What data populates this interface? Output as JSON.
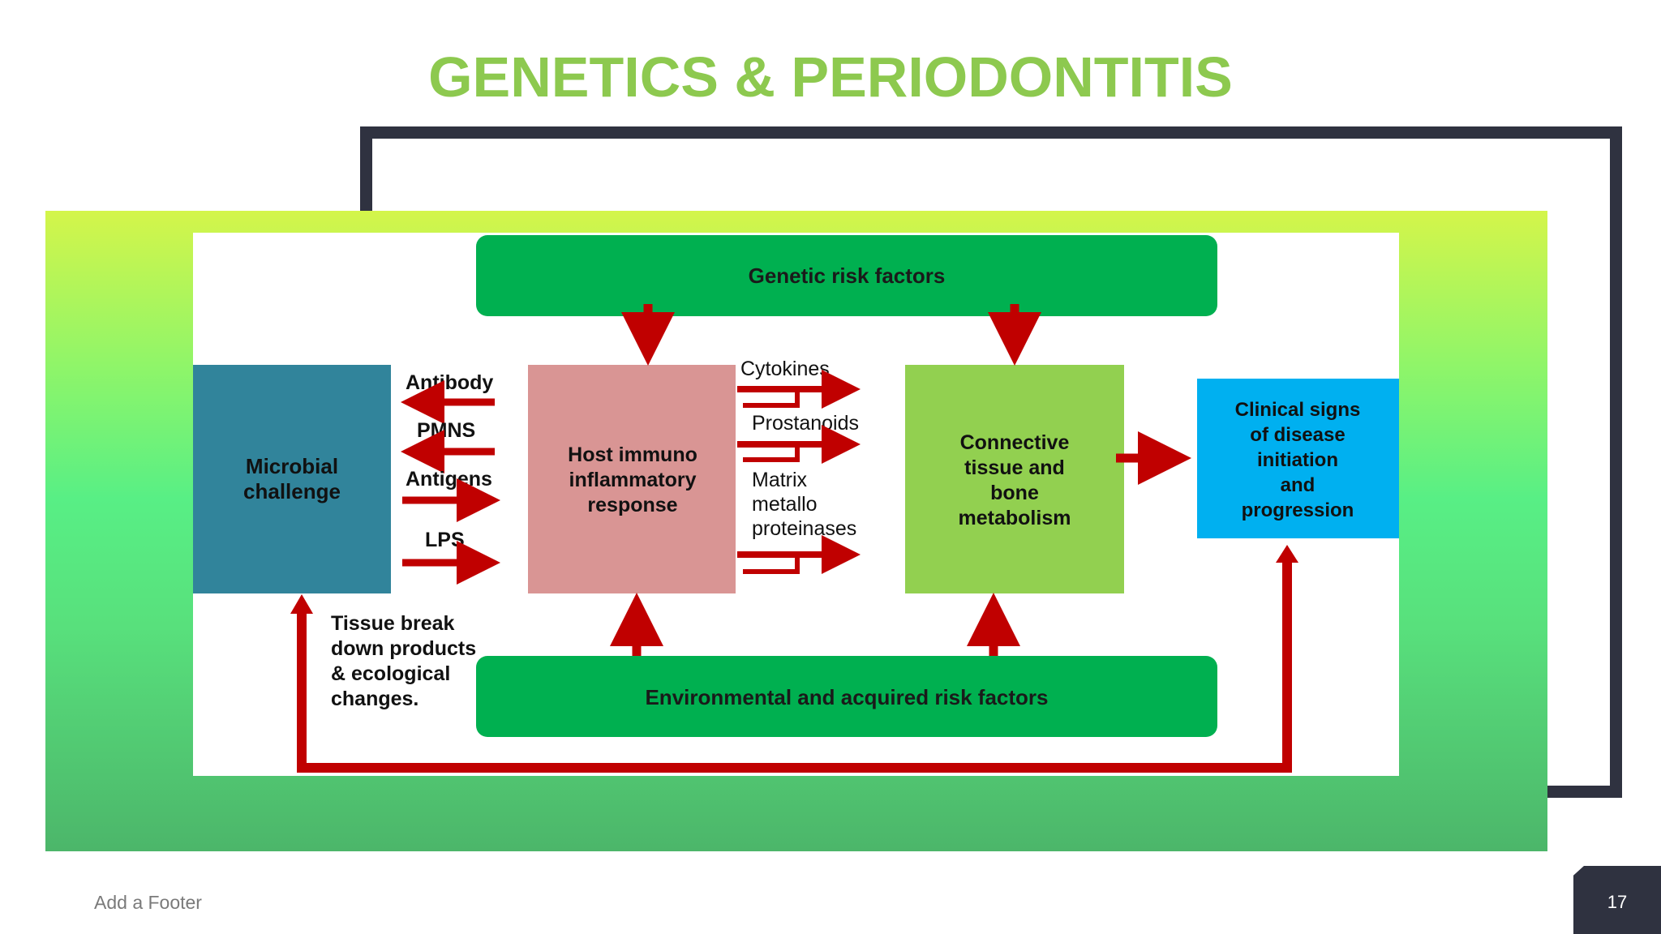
{
  "slide": {
    "title": "GENETICS & PERIODONTITIS",
    "footer": "Add a Footer",
    "page_number": "17"
  },
  "diagram": {
    "genetic_risk": "Genetic risk factors",
    "environmental_risk": "Environmental and acquired risk factors",
    "microbial": [
      "Microbial",
      "challenge"
    ],
    "host": [
      "Host immuno",
      "inflammatory",
      "response"
    ],
    "connective": [
      "Connective",
      "tissue and",
      "bone",
      "metabolism"
    ],
    "clinical": [
      "Clinical signs",
      "of disease",
      "initiation",
      "and",
      "progression"
    ],
    "left_labels": [
      "Antibody",
      "PMNS",
      "Antigens",
      "LPS"
    ],
    "mid_labels": {
      "cytokines": "Cytokines",
      "prostanoids": "Prostanoids",
      "matrix": [
        "Matrix",
        "metallo",
        "proteinases"
      ]
    },
    "tissue_breakdown": [
      "Tissue break",
      "down products",
      "& ecological",
      "changes."
    ]
  },
  "colors": {
    "title_green": "#8dc94f",
    "frame": "#2f3240",
    "green_box": "#00b050",
    "microbial_box": "#31849b",
    "host_box": "#d99594",
    "connective_box": "#92d050",
    "clinical_box": "#00b0f0",
    "arrow_red": "#c00000"
  }
}
